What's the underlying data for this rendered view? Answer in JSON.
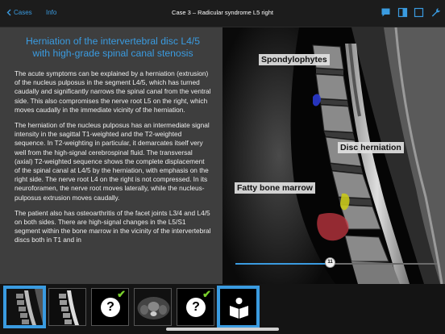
{
  "topbar": {
    "back_label": "Cases",
    "info_label": "Info",
    "title": "Case 3 – Radicular syndrome L5 right"
  },
  "content": {
    "heading": "Herniation of the intervertebral disc L4/5 with high-grade spinal canal stenosis",
    "paragraphs": [
      "The acute symptoms can be explained by a herniation (extrusion) of the nucleus pulposus in the segment L4/5, which has turned caudally and significantly narrows the spinal canal from the ventral side. This also compromises the nerve root L5 on the right, which moves caudally in the immediate vicinity of the herniation.",
      "The herniation of the nucleus pulposus has an intermediate signal intensity in the sagittal T1-weighted and the T2-weighted sequence. In T2-weighting in particular, it demarcates itself very well from the high-signal cerebrospinal fluid. The transversal (axial) T2-weighted sequence shows the complete displacement of the spinal canal at L4/5 by the herniation, with emphasis on the right side. The nerve root L4 on the right is not compressed. In its neuroforamen, the nerve root moves laterally, while the nucleus-pulposus extrusion moves caudally.",
      "The patient also has osteoarthritis of the facet joints L3/4 and L4/5 on both sides. There are high-signal changes in the L5/S1 segment within the bone marrow in the vicinity of the intervertebral discs both in T1 and in"
    ]
  },
  "image": {
    "labels": {
      "spondylophytes": "Spondylophytes",
      "disc_herniation": "Disc herniation",
      "fatty_bone_marrow": "Fatty bone marrow"
    },
    "slider": {
      "value": 11,
      "min": 1,
      "max": 20,
      "progress": 0.47
    }
  },
  "filmstrip": {
    "items": [
      {
        "kind": "mri-sagittal",
        "selected": true
      },
      {
        "kind": "mri-sagittal-t2",
        "selected": false
      },
      {
        "kind": "quiz",
        "completed": true
      },
      {
        "kind": "mri-axial",
        "selected": false
      },
      {
        "kind": "quiz",
        "completed": true
      },
      {
        "kind": "reading",
        "selected": true
      }
    ],
    "check_glyph": "✔",
    "question_glyph": "?"
  },
  "colors": {
    "accent": "#3a9be0",
    "check": "#7ad12c",
    "panel_bg": "#3e3e3e",
    "herniation_highlight": "#c8c81a",
    "marrow_highlight": "#d23a46",
    "spondylophyte_highlight": "#2a3ad0"
  },
  "icons": {
    "back": "chevron-left-icon",
    "chat": "speech-bubble-icon",
    "layout": "split-view-icon",
    "fullscreen": "fullscreen-square-icon",
    "tools": "wrench-icon",
    "reading": "book-person-icon"
  }
}
